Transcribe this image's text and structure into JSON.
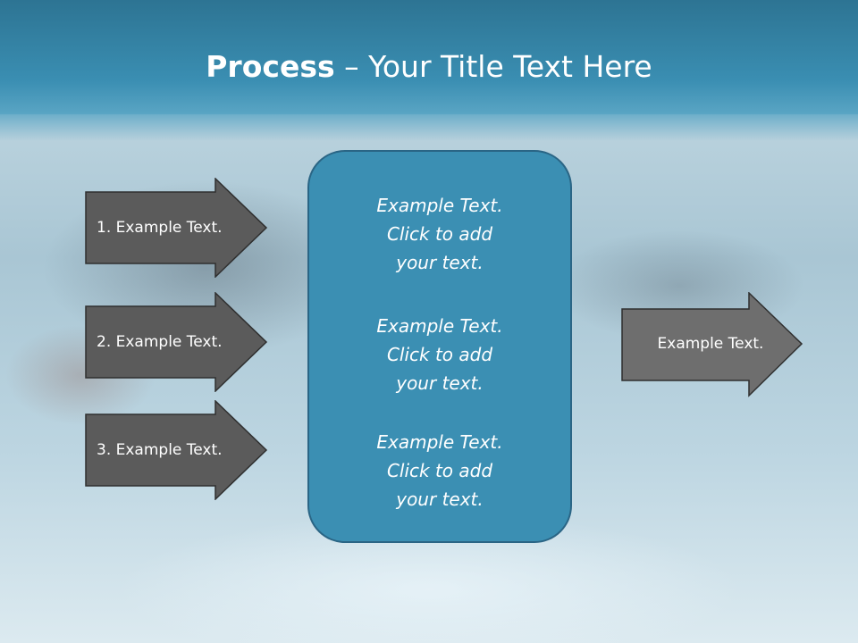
{
  "slide": {
    "title_bold": "Process",
    "title_rest": " – Your Title Text Here",
    "left_arrows": [
      {
        "label": "1. Example Text."
      },
      {
        "label": "2. Example Text."
      },
      {
        "label": "3. Example Text."
      }
    ],
    "center_box": {
      "paragraphs": [
        {
          "line1": "Example Text.",
          "line2": "Click  to add",
          "line3": "your text."
        },
        {
          "line1": "Example Text.",
          "line2": "Click  to add",
          "line3": "your text."
        },
        {
          "line1": "Example Text.",
          "line2": "Click  to add",
          "line3": "your text."
        }
      ]
    },
    "right_arrow": {
      "label": "Example Text."
    }
  },
  "colors": {
    "header": "#3a8eb2",
    "box_fill": "#3b8fb3",
    "box_border": "#2a6585",
    "arrow_left_fill": "#5b5b5b",
    "arrow_right_fill": "#6e6e6e",
    "text": "#ffffff"
  }
}
